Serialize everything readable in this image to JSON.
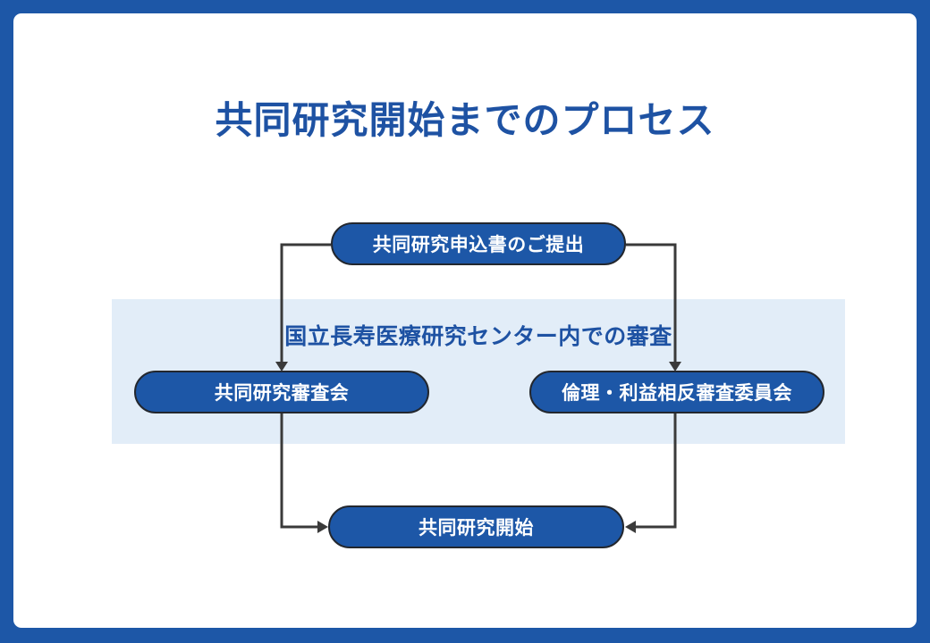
{
  "title": "共同研究開始までのプロセス",
  "band": {
    "label": "国立長寿医療研究センター内での審査"
  },
  "nodes": [
    {
      "id": "submission",
      "label": "共同研究申込書のご提出"
    },
    {
      "id": "joint-research-review",
      "label": "共同研究審査会"
    },
    {
      "id": "ethics-coi-review",
      "label": "倫理・利益相反審査委員会"
    },
    {
      "id": "start",
      "label": "共同研究開始"
    }
  ],
  "edges": [
    {
      "from": "submission",
      "to": "joint-research-review"
    },
    {
      "from": "submission",
      "to": "ethics-coi-review"
    },
    {
      "from": "joint-research-review",
      "to": "start"
    },
    {
      "from": "ethics-coi-review",
      "to": "start"
    }
  ],
  "colors": {
    "frame_blue": "#1d57a7",
    "pill_blue": "#1d57a7",
    "pill_outline": "#23272e",
    "band_light_blue": "#e2edf8",
    "heading_blue": "#1e52a3",
    "connector_gray": "#3a3a3a",
    "panel_white": "#ffffff"
  }
}
